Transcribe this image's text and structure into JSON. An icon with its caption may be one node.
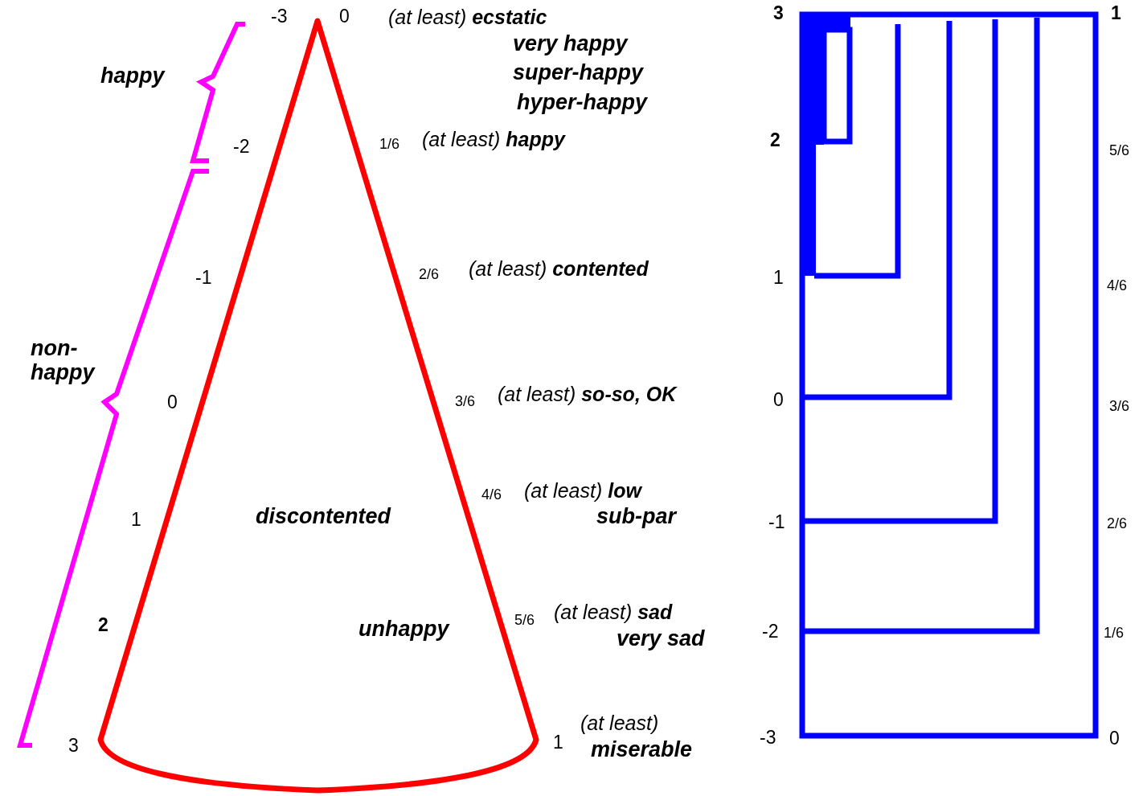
{
  "diagram": {
    "nodes": [
      {
        "text": [
          "discontented",
          "unhappy"
        ]
      }
    ],
    "labels": [
      "-3",
      "0",
      "(at least) **ecstatic**",
      "very happy",
      "super-happy",
      "hyper-happy",
      "happy",
      "-2",
      "1/6",
      "(at least) **happy**",
      "-1",
      "2/6",
      "(at least) **contented**",
      "non- happy",
      "0",
      "3/6",
      "(at least) **so-so, OK**",
      "4/6",
      "(at least) **low**",
      "sub-par",
      "1",
      "2",
      "5/6",
      "(at least) **sad**",
      "very sad",
      "3",
      "1",
      "(at least)",
      "miserable",
      "3",
      "1",
      "2",
      "5/6",
      "1",
      "4/6",
      "0",
      "3/6",
      "-1",
      "2/6",
      "-2",
      "1/6",
      "-3",
      "0"
    ]
  }
}
